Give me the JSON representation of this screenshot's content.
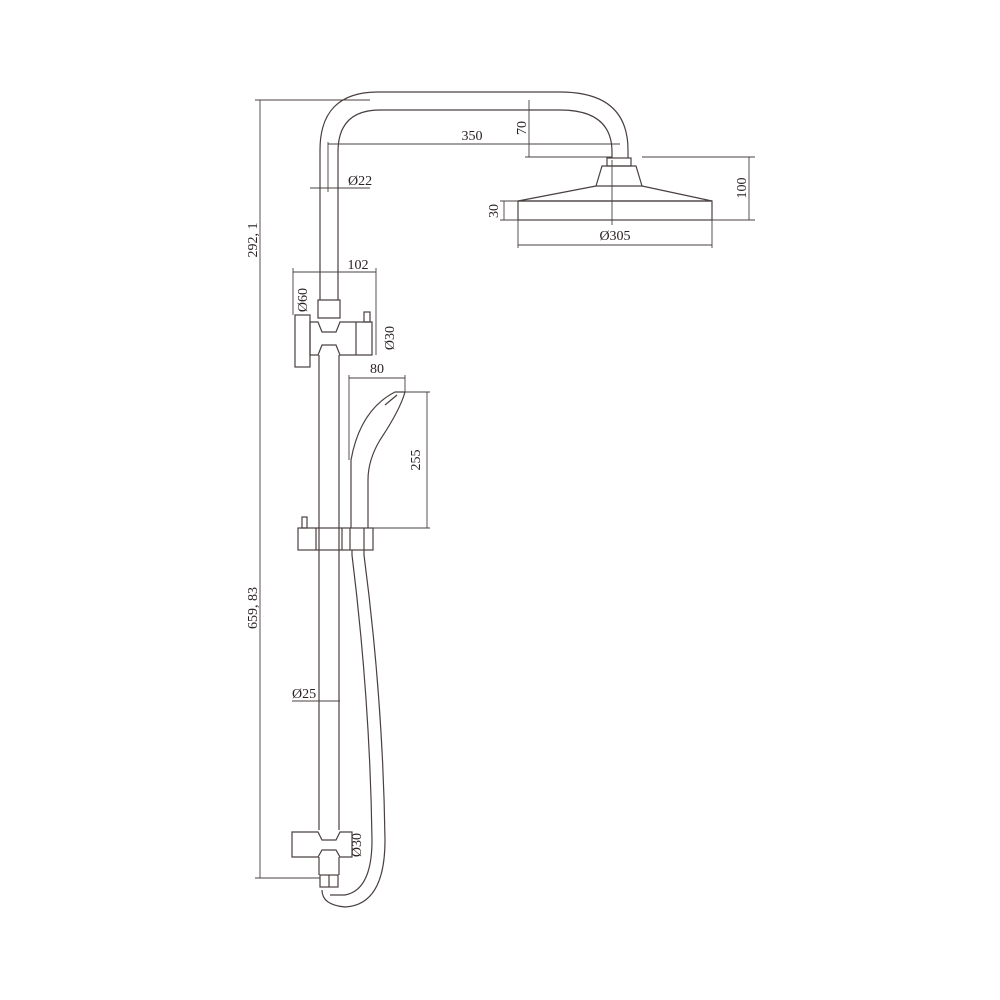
{
  "drawing": {
    "title": "Shower column technical drawing",
    "line_color": "#4a4040",
    "dimensions": {
      "total_height_upper": "292, 1",
      "total_height_lower": "659, 83",
      "arm_reach": "350",
      "arm_drop": "70",
      "pipe_diameter": "Ø22",
      "head_height": "100",
      "head_thickness": "30",
      "head_diameter": "Ø305",
      "diverter_width": "102",
      "diverter_diameter": "Ø60",
      "diverter_outlet": "Ø30",
      "handshower_width": "80",
      "handshower_length": "255",
      "riser_diameter": "Ø25",
      "bottom_bracket": "Ø30"
    }
  }
}
